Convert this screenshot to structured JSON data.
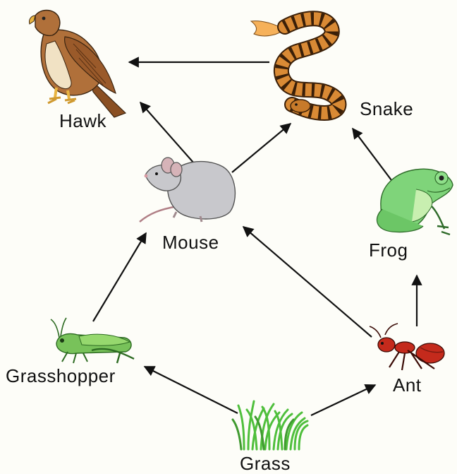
{
  "organisms": {
    "hawk": {
      "label": "Hawk",
      "icon": "hawk-icon"
    },
    "snake": {
      "label": "Snake",
      "icon": "snake-icon"
    },
    "mouse": {
      "label": "Mouse",
      "icon": "mouse-icon"
    },
    "frog": {
      "label": "Frog",
      "icon": "frog-icon"
    },
    "grasshopper": {
      "label": "Grasshopper",
      "icon": "grasshopper-icon"
    },
    "ant": {
      "label": "Ant",
      "icon": "ant-icon"
    },
    "grass": {
      "label": "Grass",
      "icon": "grass-icon"
    }
  },
  "links": [
    {
      "from": "Grass",
      "to": "Grasshopper"
    },
    {
      "from": "Grass",
      "to": "Ant"
    },
    {
      "from": "Grasshopper",
      "to": "Mouse"
    },
    {
      "from": "Ant",
      "to": "Mouse"
    },
    {
      "from": "Ant",
      "to": "Frog"
    },
    {
      "from": "Mouse",
      "to": "Hawk"
    },
    {
      "from": "Mouse",
      "to": "Snake"
    },
    {
      "from": "Frog",
      "to": "Snake"
    },
    {
      "from": "Snake",
      "to": "Hawk"
    }
  ],
  "colors": {
    "background": "#fdfdf8",
    "arrow": "#111111",
    "hawk_body": "#b0703a",
    "snake_body": "#d98a35",
    "mouse_body": "#c8c8cc",
    "frog_body": "#7fd47a",
    "grasshopper_body": "#78c25a",
    "ant_body": "#c42a1c",
    "grass_blades": "#4fbf3c"
  }
}
